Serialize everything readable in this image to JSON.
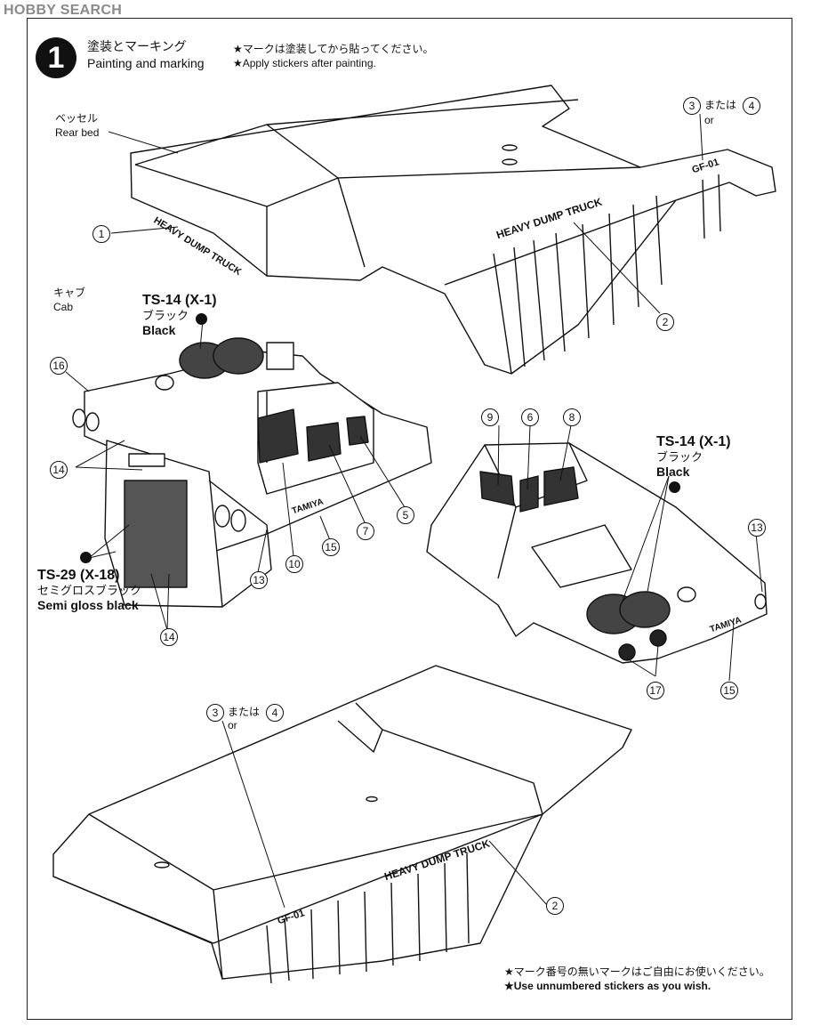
{
  "watermark": "HOBBY SEARCH",
  "step": {
    "number": "1",
    "title_jp": "塗装とマーキング",
    "title_en": "Painting and marking",
    "note_jp": "★マークは塗装してから貼ってください。",
    "note_en": "★Apply stickers after painting."
  },
  "parts": {
    "rear_bed_jp": "ベッセル",
    "rear_bed_en": "Rear bed",
    "cab_jp": "キャブ",
    "cab_en": "Cab"
  },
  "paints": {
    "black_code": "TS-14 (X-1)",
    "black_jp": "ブラック",
    "black_en": "Black",
    "semi_code": "TS-29 (X-18)",
    "semi_jp": "セミグロスブラック",
    "semi_en": "Semi gloss black"
  },
  "choice": {
    "a": "3",
    "b": "4",
    "jp": "または",
    "en": "or"
  },
  "stickers": {
    "text_heavy_dump": "HEAVY DUMP TRUCK",
    "text_gf01": "GF-01",
    "text_tamiya": "TAMIYA",
    "n1": "1",
    "n2": "2",
    "n5": "5",
    "n6": "6",
    "n7": "7",
    "n8": "8",
    "n9": "9",
    "n10": "10",
    "n13": "13",
    "n14": "14",
    "n15": "15",
    "n16": "16",
    "n17": "17"
  },
  "footer": {
    "note_jp": "★マーク番号の無いマークはご自由にお使いください。",
    "note_en": "★Use unnumbered stickers as you wish."
  }
}
